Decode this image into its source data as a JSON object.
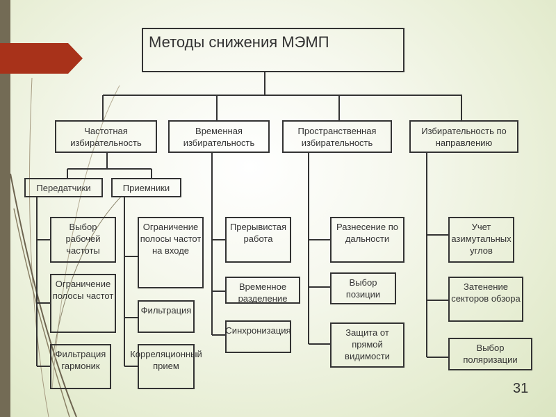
{
  "slide": {
    "title": "Методы снижения МЭМП",
    "page_number": "31",
    "accent_color": "#a8321a",
    "categories": [
      {
        "label": "Частотная избирательность",
        "groups": [
          {
            "label": "Передатчики",
            "items": [
              "Выбор рабочей частоты",
              "Ограничение полосы частот",
              "Фильтрация гармоник"
            ]
          },
          {
            "label": "Приемники",
            "items": [
              "Ограничение полосы частот на входе",
              "Фильтрация",
              "Корреляционный прием"
            ]
          }
        ]
      },
      {
        "label": "Временная избирательность",
        "items": [
          "Прерывистая работа",
          "Временное разделение",
          "Синхронизация"
        ]
      },
      {
        "label": "Пространственная избирательность",
        "items": [
          "Разнесение по дальности",
          "Выбор позиции",
          "Защита от прямой видимости"
        ]
      },
      {
        "label": "Избирательность по направлению",
        "items": [
          "Учет азимутальных углов",
          "Затенение секторов обзора",
          "Выбор поляризации"
        ]
      }
    ]
  }
}
